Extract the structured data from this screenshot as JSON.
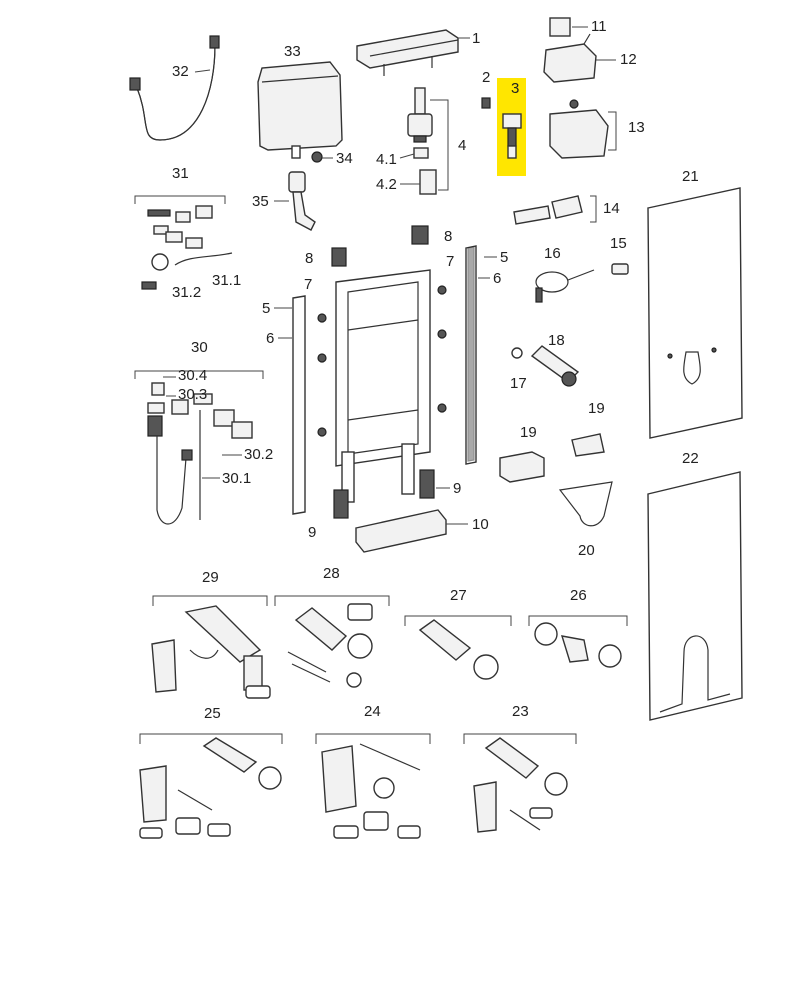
{
  "highlight_color": "#ffe600",
  "highlighted_part": "3",
  "labels": {
    "l1": "1",
    "l2": "2",
    "l3": "3",
    "l4": "4",
    "l4_1": "4.1",
    "l4_2": "4.2",
    "l5a": "5",
    "l5b": "5",
    "l6a": "6",
    "l6b": "6",
    "l7a": "7",
    "l7b": "7",
    "l8a": "8",
    "l8b": "8",
    "l9a": "9",
    "l9b": "9",
    "l10": "10",
    "l11": "11",
    "l12": "12",
    "l13": "13",
    "l14": "14",
    "l15": "15",
    "l16": "16",
    "l17": "17",
    "l18": "18",
    "l19a": "19",
    "l19b": "19",
    "l20": "20",
    "l21": "21",
    "l22": "22",
    "l23": "23",
    "l24": "24",
    "l25": "25",
    "l26": "26",
    "l27": "27",
    "l28": "28",
    "l29": "29",
    "l30": "30",
    "l30_1": "30.1",
    "l30_2": "30.2",
    "l30_3": "30.3",
    "l30_4": "30.4",
    "l31": "31",
    "l31_1": "31.1",
    "l31_2": "31.2",
    "l32": "32",
    "l33": "33",
    "l34": "34",
    "l35": "35"
  }
}
